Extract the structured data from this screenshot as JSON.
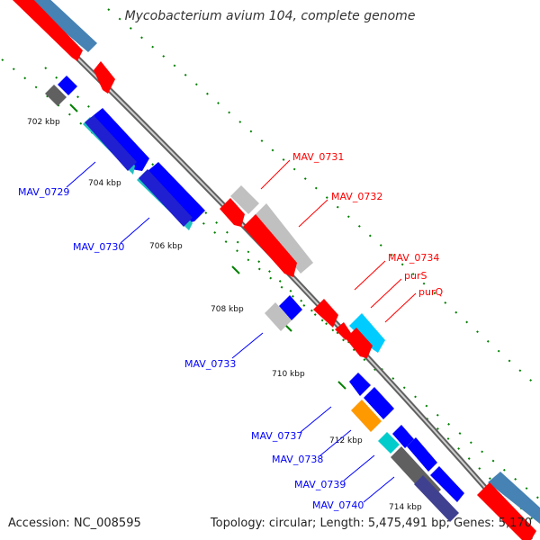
{
  "title": "Mycobacterium avium 104, complete genome",
  "footer": {
    "accession": "Accession: NC_008595",
    "summary": "Topology: circular; Length: 5,475,491 bp; Genes: 5,170"
  },
  "colors": {
    "forward": "#ff0000",
    "reverse": "#0000ff",
    "grey": "#c0c0c0",
    "darkgrey": "#606060",
    "steelblue": "#4682b4",
    "cyan": "#00ccff",
    "teal": "#20c0c0",
    "orange": "#ff9900",
    "indigo": "#404090",
    "backbone": "#909090",
    "ticks": "#008000"
  },
  "ticks": [
    {
      "label": "702 kbp"
    },
    {
      "label": "704 kbp"
    },
    {
      "label": "706 kbp"
    },
    {
      "label": "708 kbp"
    },
    {
      "label": "710 kbp"
    },
    {
      "label": "712 kbp"
    },
    {
      "label": "714 kbp"
    }
  ],
  "gene_labels": {
    "forward": [
      "MAV_0731",
      "MAV_0732",
      "MAV_0734",
      "purS",
      "purQ"
    ],
    "reverse": [
      "MAV_0729",
      "MAV_0730",
      "MAV_0733",
      "MAV_0737",
      "MAV_0738",
      "MAV_0739",
      "MAV_0740"
    ]
  }
}
